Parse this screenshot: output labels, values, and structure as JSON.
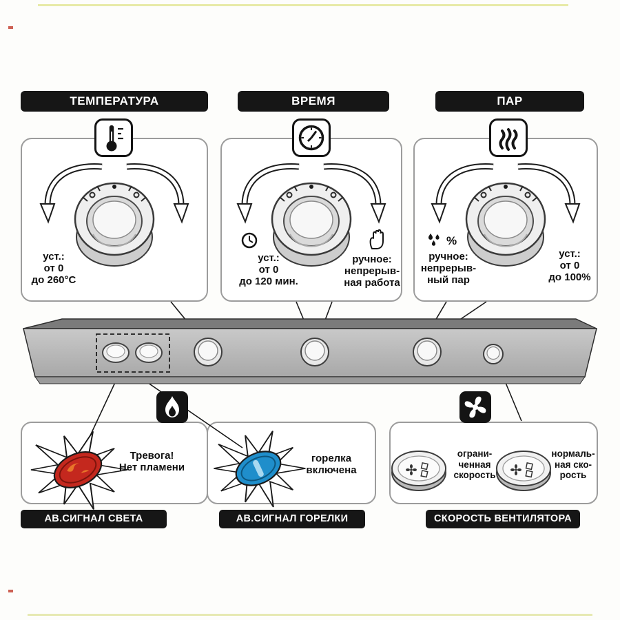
{
  "headers": {
    "temperature": "ТЕМПЕРАТУРА",
    "time": "ВРЕМЯ",
    "steam": "ПАР"
  },
  "temperature_panel": {
    "set": [
      "уст.:",
      "от 0",
      "до 260°C"
    ]
  },
  "time_panel": {
    "set": [
      "уст.:",
      "от 0",
      "до 120 мин."
    ],
    "manual": [
      "ручное:",
      "непрерыв-",
      "ная работа"
    ]
  },
  "steam_panel": {
    "manual": [
      "ручное:",
      "непрерыв-",
      "ный пар"
    ],
    "manual_symbol": "%",
    "set": [
      "уст.:",
      "от 0",
      "до 100%"
    ]
  },
  "alarm_light": {
    "text": [
      "Тревога!",
      "Нет пламени"
    ]
  },
  "alarm_burner": {
    "text": [
      "горелка",
      "включена"
    ]
  },
  "fan_speed": {
    "limited": [
      "ограни-",
      "ченная",
      "скорость"
    ],
    "normal": [
      "нормаль-",
      "ная ско-",
      "рость"
    ]
  },
  "footers": {
    "light": "АВ.СИГНАЛ СВЕТА",
    "burner": "АВ.СИГНАЛ ГОРЕЛКИ",
    "fan": "СКОРОСТЬ ВЕНТИЛЯТОРА"
  },
  "icons": {
    "temperature": "thermometer-icon",
    "time": "clock-icon",
    "steam": "steam-icon",
    "time_set": "small-clock-icon",
    "time_manual": "hand-icon",
    "steam_manual": "drops-icon",
    "burner": "flame-icon",
    "fan": "fan-icon"
  },
  "colors": {
    "header_bg": "#161616",
    "panel_border": "#9c9c9c",
    "strip_gray": "#b8b8b8",
    "lamp_alarm_red": "#c4281e",
    "lamp_burner_blue": "#1f8ecb"
  }
}
